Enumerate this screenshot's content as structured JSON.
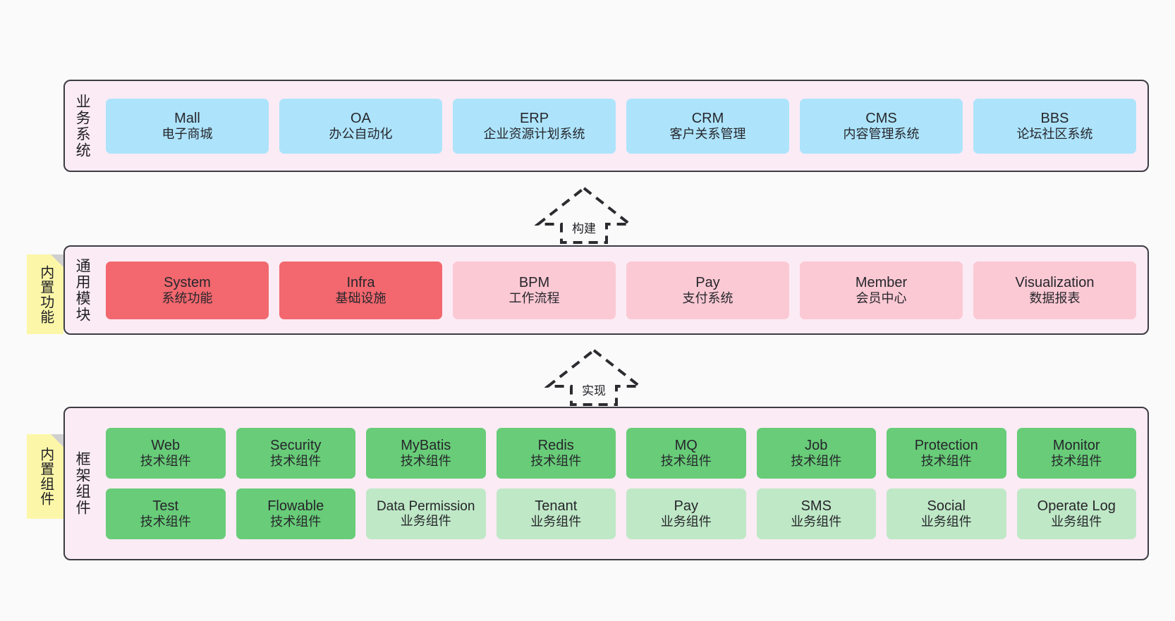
{
  "layers": [
    {
      "id": "business",
      "label": "业务系统",
      "cards": [
        {
          "en": "Mall",
          "cn": "电子商城"
        },
        {
          "en": "OA",
          "cn": "办公自动化"
        },
        {
          "en": "ERP",
          "cn": "企业资源计划系统"
        },
        {
          "en": "CRM",
          "cn": "客户关系管理"
        },
        {
          "en": "CMS",
          "cn": "内容管理系统"
        },
        {
          "en": "BBS",
          "cn": "论坛社区系统"
        }
      ]
    },
    {
      "id": "modules",
      "label": "通用模块",
      "tag": "内置功能",
      "cards": [
        {
          "en": "System",
          "cn": "系统功能",
          "style": "mod-red"
        },
        {
          "en": "Infra",
          "cn": "基础设施",
          "style": "mod-red"
        },
        {
          "en": "BPM",
          "cn": "工作流程",
          "style": "mod-pink"
        },
        {
          "en": "Pay",
          "cn": "支付系统",
          "style": "mod-pink"
        },
        {
          "en": "Member",
          "cn": "会员中心",
          "style": "mod-pink"
        },
        {
          "en": "Visualization",
          "cn": "数据报表",
          "style": "mod-pink"
        }
      ]
    },
    {
      "id": "framework",
      "label": "框架组件",
      "tag": "内置组件",
      "rows": [
        [
          {
            "en": "Web",
            "cn": "技术组件",
            "style": "comp-dark"
          },
          {
            "en": "Security",
            "cn": "技术组件",
            "style": "comp-dark"
          },
          {
            "en": "MyBatis",
            "cn": "技术组件",
            "style": "comp-dark"
          },
          {
            "en": "Redis",
            "cn": "技术组件",
            "style": "comp-dark"
          },
          {
            "en": "MQ",
            "cn": "技术组件",
            "style": "comp-dark"
          },
          {
            "en": "Job",
            "cn": "技术组件",
            "style": "comp-dark"
          },
          {
            "en": "Protection",
            "cn": "技术组件",
            "style": "comp-dark"
          },
          {
            "en": "Monitor",
            "cn": "技术组件",
            "style": "comp-dark"
          }
        ],
        [
          {
            "en": "Test",
            "cn": "技术组件",
            "style": "comp-dark"
          },
          {
            "en": "Flowable",
            "cn": "技术组件",
            "style": "comp-dark"
          },
          {
            "en": "Data Permission",
            "cn": "业务组件",
            "style": "comp-light"
          },
          {
            "en": "Tenant",
            "cn": "业务组件",
            "style": "comp-light"
          },
          {
            "en": "Pay",
            "cn": "业务组件",
            "style": "comp-light"
          },
          {
            "en": "SMS",
            "cn": "业务组件",
            "style": "comp-light"
          },
          {
            "en": "Social",
            "cn": "业务组件",
            "style": "comp-light"
          },
          {
            "en": "Operate Log",
            "cn": "业务组件",
            "style": "comp-light"
          }
        ]
      ]
    }
  ],
  "arrows": [
    {
      "id": "build",
      "label": "构建"
    },
    {
      "id": "implement",
      "label": "实现"
    }
  ],
  "colors": {
    "band_fill": "#fbebf5",
    "band_border": "#3c3c44",
    "business_card": "#ade4fb",
    "module_primary": "#f2686e",
    "module_secondary": "#fbc9d4",
    "component_tech": "#68cc78",
    "component_business": "#bfe8c6",
    "tag_fill": "#fcf7a8",
    "background": "#fafafa"
  }
}
